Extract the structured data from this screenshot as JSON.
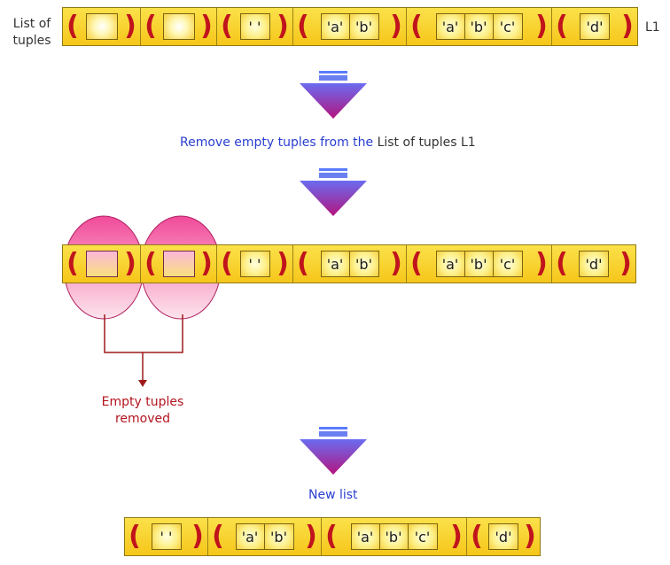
{
  "top": {
    "label": "List of\ntuples",
    "name": "L1",
    "tuples": [
      [],
      [],
      [
        "' '"
      ],
      [
        "'a'",
        "'b'"
      ],
      [
        "'a'",
        "'b'",
        "'c'"
      ],
      [
        "'d'"
      ]
    ]
  },
  "step1": {
    "text_blue": "Remove empty tuples from the ",
    "text_dark": "List of tuples L1"
  },
  "middle": {
    "tuples": [
      [],
      [],
      [
        "' '"
      ],
      [
        "'a'",
        "'b'"
      ],
      [
        "'a'",
        "'b'",
        "'c'"
      ],
      [
        "'d'"
      ]
    ],
    "removed_label": "Empty tuples\nremoved"
  },
  "step2": {
    "text": "New list"
  },
  "bottom": {
    "tuples": [
      [
        "' '"
      ],
      [
        "'a'",
        "'b'"
      ],
      [
        "'a'",
        "'b'",
        "'c'"
      ],
      [
        "'d'"
      ]
    ]
  },
  "colors": {
    "strip": "#f6c61a",
    "paren": "#c0141c",
    "arrow_top": "#6a6cf0",
    "arrow_bottom": "#b4147e",
    "highlight": "#f14a9a",
    "connector": "#9e1a1a"
  },
  "icons": {
    "flow_arrow": "down-arrow-icon"
  }
}
